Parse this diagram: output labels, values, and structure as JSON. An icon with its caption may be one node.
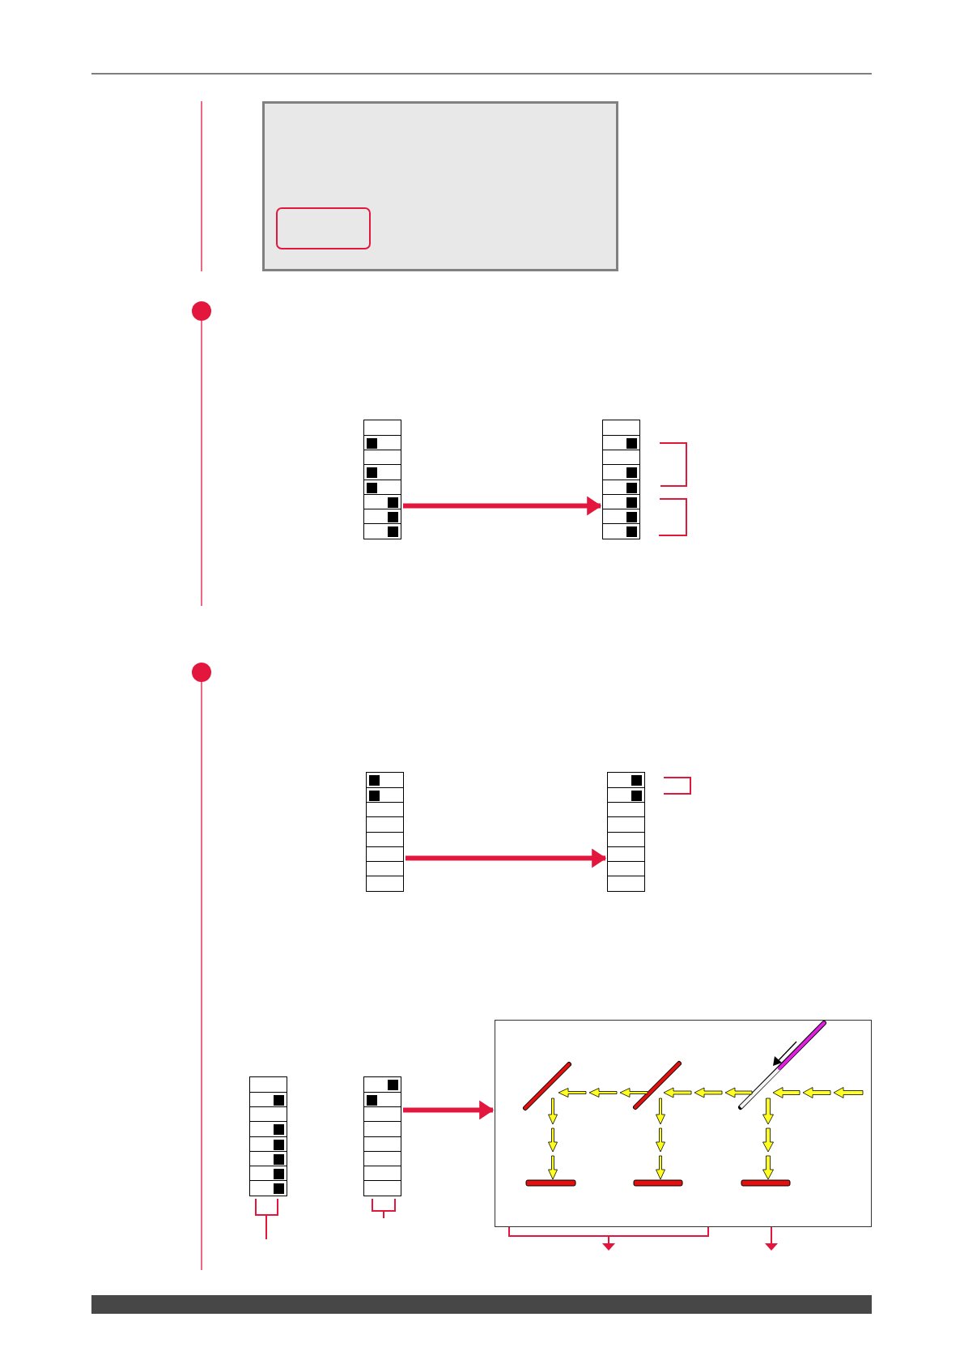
{
  "diagram": {
    "nodes": [
      {
        "text": [],
        "shape": "box"
      },
      {
        "text": [],
        "shape": "box",
        "in": 0
      },
      {
        "text": [],
        "shape": "box"
      },
      {
        "text": [],
        "shape": "box"
      },
      {
        "text": [],
        "shape": "box"
      },
      {
        "text": [],
        "shape": "box"
      },
      {
        "text": [],
        "shape": "box"
      },
      {
        "text": [],
        "shape": "box"
      },
      {
        "text": [],
        "shape": "box"
      }
    ],
    "edges": [
      {
        "from": 2,
        "to": 3,
        "arrow": "to"
      },
      {
        "from": 4,
        "to": 5,
        "arrow": "to"
      },
      {
        "from": 7,
        "to": 8,
        "arrow": "to"
      }
    ]
  }
}
